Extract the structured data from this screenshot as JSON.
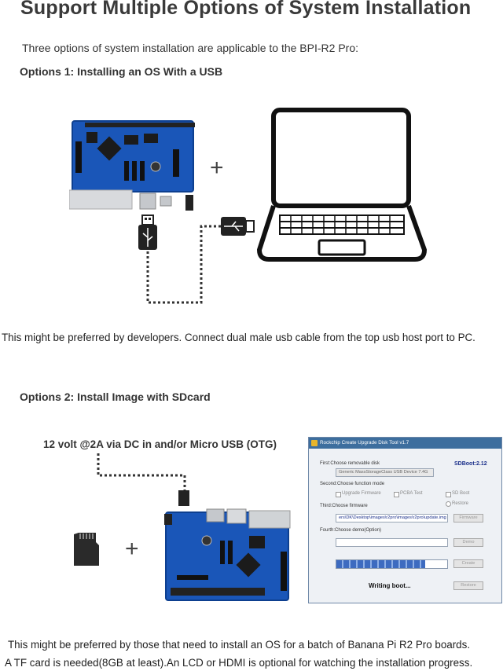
{
  "title": "Support Multiple Options of System Installation",
  "intro": "Three options of system installation are applicable to the BPI-R2 Pro:",
  "option1": {
    "heading": "Options 1: Installing an OS With a USB",
    "plus": "+",
    "description": "This might be preferred by developers. Connect dual male usb cable from the top usb host port to PC."
  },
  "option2": {
    "heading": "Options 2: Install Image with SDcard",
    "power_label": "12 volt @2A via DC in and/or Micro USB (OTG)",
    "plus": "+",
    "desc_line1": "This might be preferred by those that need to install an OS for a batch of Banana Pi R2 Pro boards.",
    "desc_line2": "A TF card is needed(8GB at least).An LCD or HDMI is optional for watching the installation progress."
  },
  "tool": {
    "window_title": "Rockchip Create Upgrade Disk Tool v1.7",
    "sdboot_version": "SDBoot:2.12",
    "step1_label": "First:Choose removable disk",
    "step1_value": "Generic MassStorageClass USB Device   7.4G",
    "step2_label": "Second:Choose function mode",
    "mode_upgrade": "Upgrade Firmware",
    "mode_pcba": "PCBA Test",
    "mode_sdboot": "SD Boot",
    "mode_restore": "Restore",
    "step3_label": "Third:Choose firmware",
    "step3_value": "ers\\DK\\Desktop\\images\\r2pro\\images\\r2pro\\update.img",
    "firmware_button": "Firmware",
    "step4_label": "Fourth:Choose demo(Option)",
    "demo_button": "Demo",
    "create_button": "Create",
    "status_text": "Writing boot...",
    "restore_button": "Restore",
    "progress": 0.8,
    "title_bar_color": "#3d6e9e"
  },
  "icons": {
    "usb_a": "usb-a-connector-icon",
    "usb_trident": "usb-symbol-icon",
    "laptop": "laptop-icon",
    "sdcard": "micro-sd-card-icon",
    "board": "banana-pi-r2-pro-board"
  },
  "colors": {
    "board_blue": "#1a56b8",
    "text": "#222222"
  }
}
